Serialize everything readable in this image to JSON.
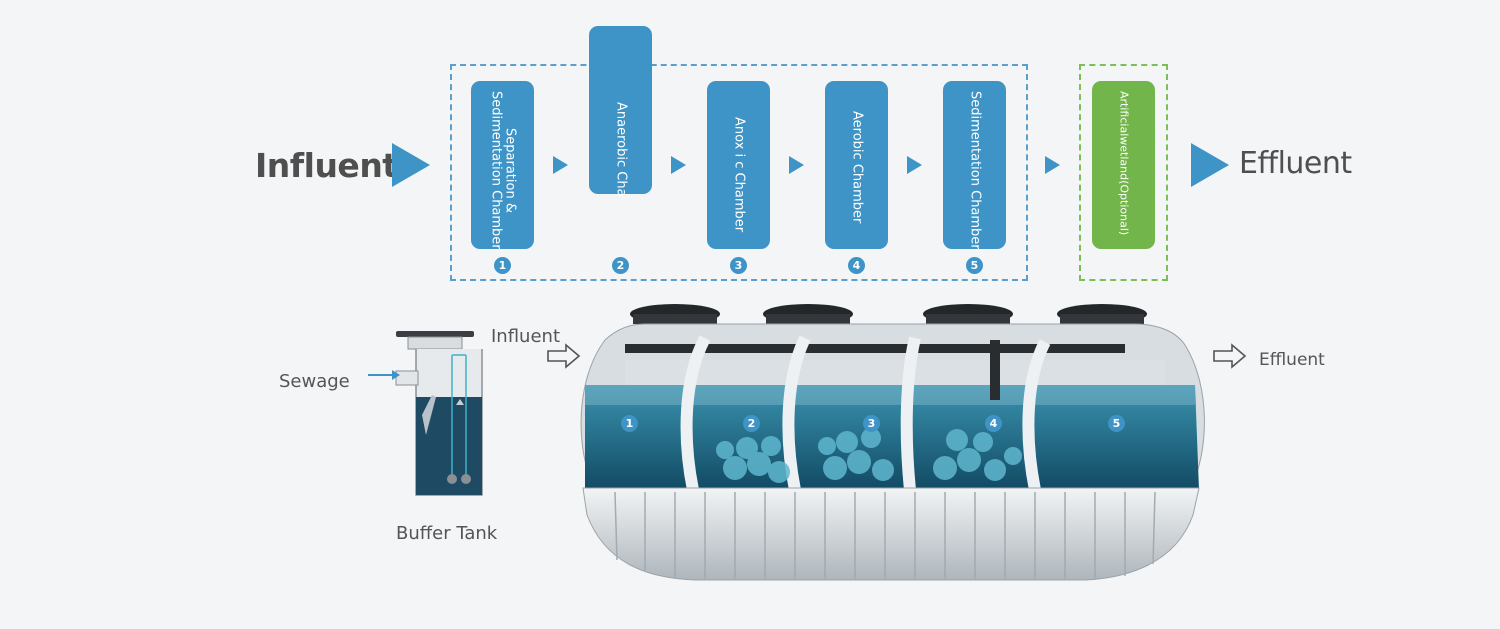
{
  "flow": {
    "influent_label": "Influent",
    "effluent_label": "Effluent",
    "stages": [
      {
        "label": "Separation &\nSedimentation Chamber",
        "number": "1"
      },
      {
        "label": "Anaerobic Cha",
        "number": "2"
      },
      {
        "label": "Anox i c Chamber",
        "number": "3"
      },
      {
        "label": "Aerobic Chamber",
        "number": "4"
      },
      {
        "label": "Sedimentation Chamber",
        "number": "5"
      }
    ],
    "optional_stage": {
      "label": "Artificialwetland(Optional)"
    }
  },
  "illustration": {
    "sewage_label": "Sewage",
    "buffer_tank_label": "Buffer Tank",
    "influent_label": "Influent",
    "effluent_label": "Effluent",
    "chamber_numbers": [
      "1",
      "2",
      "3",
      "4",
      "5"
    ]
  },
  "colors": {
    "accent_blue": "#3f94c7",
    "accent_green": "#72b54a",
    "water": "#1f5f7a",
    "background": "#f4f5f6"
  }
}
